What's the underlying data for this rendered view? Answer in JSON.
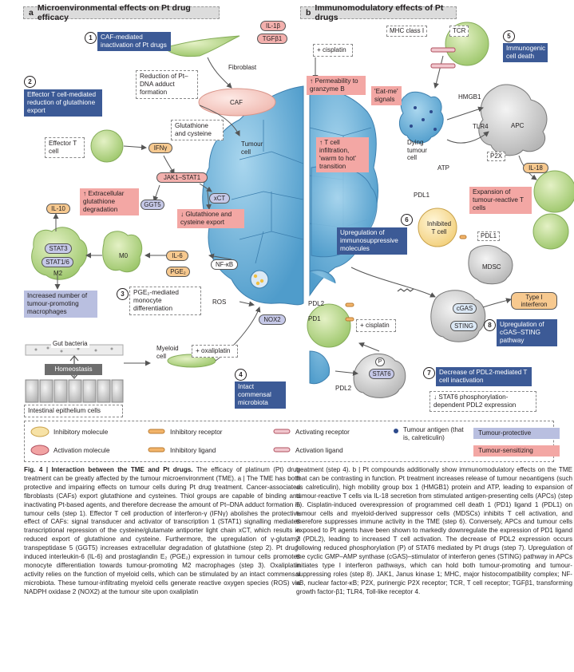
{
  "panel_a": {
    "letter": "a",
    "title": "Microenvironmental effects on Pt drug efficacy",
    "steps": {
      "s1": {
        "num": "1",
        "text": "CAF-mediated inactivation of Pt drugs"
      },
      "s2": {
        "num": "2",
        "text": "Effector T cell-mediated reduction of glutathione export"
      },
      "s3": {
        "num": "3",
        "text": "PGE₂-mediated monocyte differentiation"
      },
      "s4": {
        "num": "4",
        "text": "Intact commensal microbiota"
      }
    },
    "labels": {
      "fibroblast": "Fibroblast",
      "il1b": "IL-1β",
      "tgfb1": "TGFβ1",
      "reduction_adduct": "Reduction of Pt–DNA adduct formation",
      "caf": "CAF",
      "glutathione_cysteine": "Glutathione and cysteine",
      "tumour_cell": "Tumour cell",
      "effector_t_cell": "Effector T cell",
      "ifng": "IFNγ",
      "jak1_stat1": "JAK1–STAT1",
      "xct": "xCT",
      "ggt5": "GGT5",
      "ggt_degradation": "↑ Extracellular glutathione degradation",
      "glutathione_export": "↓ Glutathione and cysteine export",
      "il10": "IL-10",
      "stat3": "STAT3",
      "stat1_6": "STAT1/6",
      "m2": "M2",
      "m0": "M0",
      "il6": "IL-6",
      "pge2": "PGE₂",
      "nfkb": "NF-κB",
      "macrophage_box": "Increased number of tumour-promoting macrophages",
      "ros": "ROS",
      "nox2": "NOX2",
      "gut_bacteria": "Gut bacteria",
      "homeostasis": "Homeostasis",
      "intestinal_epithelium": "Intestinal epithelium cells",
      "myeloid_cell": "Myeloid cell",
      "oxaliplatin": "+ oxaliplatin"
    }
  },
  "panel_b": {
    "letter": "b",
    "title": "Immunomodulatory effects of Pt drugs",
    "steps": {
      "s5": {
        "num": "5",
        "text": "Immunogenic cell death"
      },
      "s6": {
        "num": "6",
        "text": "Upregulation of immunosuppressive molecules"
      },
      "s7": {
        "num": "7",
        "text": "Decrease of PDL2-mediated T cell inactivation"
      },
      "s8": {
        "num": "8",
        "text": "Upregulation of cGAS–STING pathway"
      }
    },
    "labels": {
      "cisplatin_top": "+ cisplatin",
      "mhc": "MHC class I",
      "tcr": "TCR",
      "permeability": "↑ Permeability to granzyme B",
      "eat_me": "'Eat-me' signals",
      "hmgb1": "HMGB1",
      "tlr4": "TLR4",
      "apc": "APC",
      "dying_tumour_cell": "Dying tumour cell",
      "p2x": "P2X",
      "atp": "ATP",
      "il18": "IL-18",
      "t_cell_infiltration": "↑ T cell infiltration, 'warm to hot' transition",
      "expansion": "Expansion of tumour-reactive T cells",
      "pdl1_a": "PDL1",
      "inhibited_t_cell": "Inhibited T cell",
      "pdl1_b": "PDL1",
      "mdsc": "MDSC",
      "pdl2_a": "PDL2",
      "pd1": "PD1",
      "cisplatin_bottom": "+ cisplatin",
      "cgas": "cGAS",
      "sting": "STING",
      "type_i_ifn": "Type I interferon",
      "stat6": "STAT6",
      "p": "P",
      "pdl2_b": "PDL2",
      "stat6_box": "↓ STAT6 phosphorylation-dependent PDL2 expression"
    }
  },
  "legend": {
    "inhibitory_molecule": "Inhibitory molecule",
    "activation_molecule": "Activation molecule",
    "inhibitory_receptor": "Inhibitory receptor",
    "inhibitory_ligand": "Inhibitory ligand",
    "activating_receptor": "Activating receptor",
    "activation_ligand": "Activation ligand",
    "tumour_antigen": "Tumour antigen (that is, calreticulin)",
    "tumour_protective": "Tumour-protective",
    "tumour_sensitizing": "Tumour-sensitizing"
  },
  "caption": {
    "left": {
      "fig": "Fig. 4 |",
      "title": "Interaction between the TME and Pt drugs.",
      "text": " The efficacy of platinum (Pt) drug treatment can be greatly affected by the tumour microenvironment (TME). a | The TME has both protective and impairing effects on tumour cells during Pt drug treatment. Cancer-associated fibroblasts (CAFs) export glutathione and cysteines. Thiol groups are capable of binding and inactivating Pt-based agents, and therefore decrease the amount of Pt–DNA adduct formation in tumour cells (step 1). Effector T cell production of interferon-γ (IFNγ) abolishes the protective effect of CAFs: signal transducer and activator of transcription 1 (STAT1) signalling mediates transcriptional repression of the cysteine/glutamate antiporter light chain xCT, which results in reduced export of glutathione and cysteine. Furthermore, the upregulation of γ-glutamyl transpeptidase 5 (GGT5) increases extracellular degradation of glutathione (step 2). Pt drug-induced interleukin-6 (IL-6) and prostaglandin E₂ (PGE₂) expression in tumour cells promotes monocyte differentiation towards tumour-promoting M2 macrophages (step 3). Oxaliplatin activity relies on the function of myeloid cells, which can be stimulated by an intact commensal microbiota. These tumour-infiltrating myeloid cells generate reactive oxygen species (ROS) via NADPH oxidase 2 (NOX2) at the tumour site upon oxaliplatin"
    },
    "right": "treatment (step 4). b | Pt compounds additionally show immunomodulatory effects on the TME that can be contrasting in function. Pt treatment increases release of tumour neoantigens (such as calreticulin), high mobility group box 1 (HMGB1) protein and ATP, leading to expansion of tumour-reactive T cells via IL-18 secretion from stimulated antigen-presenting cells (APCs) (step 5). Cisplatin-induced overexpression of programmed cell death 1 (PD1) ligand 1 (PDL1) on tumour cells and myeloid-derived suppressor cells (MDSCs) inhibits T cell activation, and therefore suppresses immune activity in the TME (step 6). Conversely, APCs and tumour cells exposed to Pt agents have been shown to markedly downregulate the expression of PD1 ligand 2 (PDL2), leading to increased T cell activation. The decrease of PDL2 expression occurs following reduced phosphorylation (P) of STAT6 mediated by Pt drugs (step 7). Upregulation of the cyclic GMP–AMP synthase (cGAS)–stimulator of interferon genes (STING) pathway in APCs initiates type I interferon pathways, which can hold both tumour-promoting and tumour-suppressing roles (step 8). JAK1, Janus kinase 1; MHC, major histocompatibility complex; NF-κB, nuclear factor-κB; P2X, purinergic P2X receptor; TCR, T cell receptor; TGFβ1, transforming growth factor-β1; TLR4, Toll-like receptor 4."
  },
  "colors": {
    "protective": "#3c5a96",
    "sensitizing": "#f3a7a4",
    "tumour_blue": "#6fb6d9",
    "t_cell_green": "#b9d98a",
    "caf_pink": "#f7d3cd"
  }
}
